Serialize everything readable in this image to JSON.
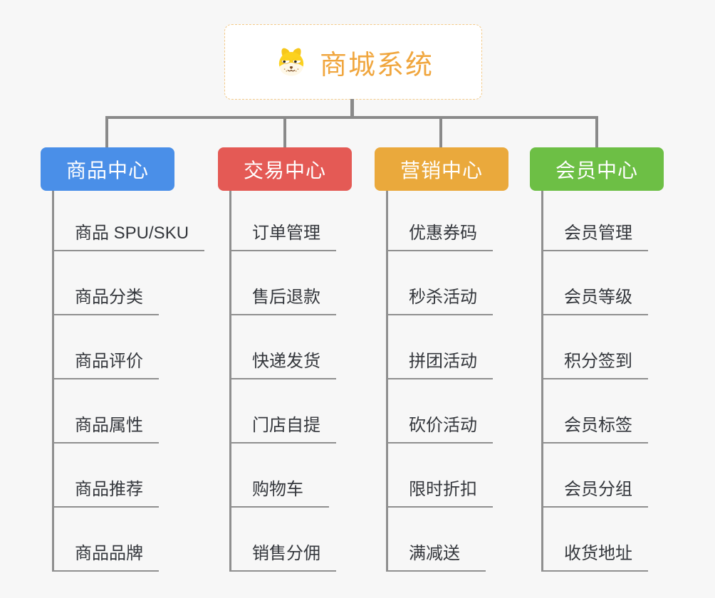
{
  "canvas": {
    "background": "#f7f7f7",
    "connector_color": "#8a8a8a",
    "subline_color": "#8f8f8f"
  },
  "root": {
    "title": "商城系统",
    "title_color": "#f0a63e",
    "icon": "dog-face-icon",
    "border_color": "#f3c988"
  },
  "branches": [
    {
      "label": "商品中心",
      "color": "#4a8fe8",
      "text_color": "#ffffff",
      "children": [
        "商品 SPU/SKU",
        "商品分类",
        "商品评价",
        "商品属性",
        "商品推荐",
        "商品品牌"
      ]
    },
    {
      "label": "交易中心",
      "color": "#e45a55",
      "text_color": "#ffffff",
      "children": [
        "订单管理",
        "售后退款",
        "快递发货",
        "门店自提",
        "购物车",
        "销售分佣"
      ]
    },
    {
      "label": "营销中心",
      "color": "#eaa93c",
      "text_color": "#ffffff",
      "children": [
        "优惠券码",
        "秒杀活动",
        "拼团活动",
        "砍价活动",
        "限时折扣",
        "满减送"
      ]
    },
    {
      "label": "会员中心",
      "color": "#6dbf45",
      "text_color": "#ffffff",
      "children": [
        "会员管理",
        "会员等级",
        "积分签到",
        "会员标签",
        "会员分组",
        "收货地址"
      ]
    }
  ]
}
